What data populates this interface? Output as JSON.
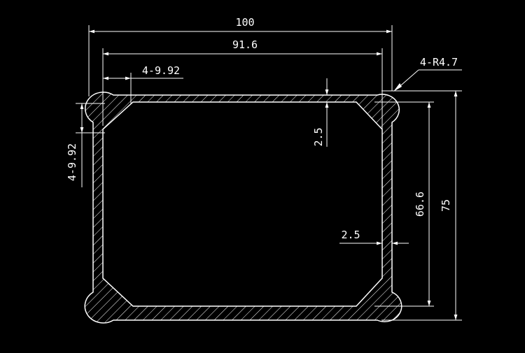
{
  "dimensions": {
    "overall_width": "100",
    "inner_width": "91.6",
    "overall_height": "75",
    "inner_height": "66.6",
    "top_wall": "2.5",
    "side_wall": "2.5",
    "corner_chamfer_h": "4-9.92",
    "corner_chamfer_v": "4-9.92",
    "corner_radius": "4-R4.7"
  },
  "colors": {
    "background": "#000000",
    "line": "#ffffff"
  }
}
